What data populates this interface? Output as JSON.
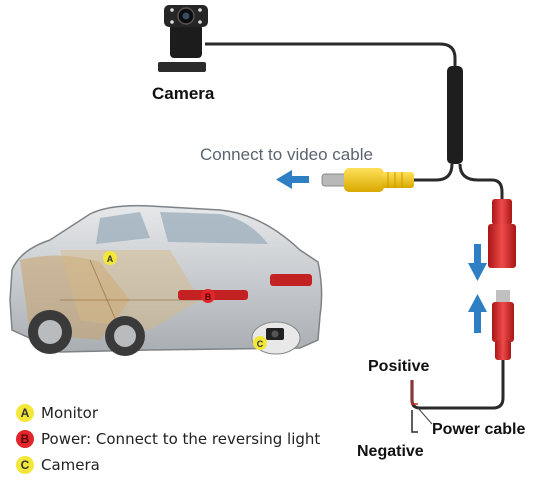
{
  "labels": {
    "camera": "Camera",
    "video": "Connect  to video cable",
    "positive": "Positive",
    "negative": "Negative",
    "power_cable": "Power cable"
  },
  "car_markers": {
    "a": "A",
    "b": "B",
    "c": "C"
  },
  "legend": [
    {
      "badge": "A",
      "text": "Monitor",
      "color": "#f3e83a"
    },
    {
      "badge": "B",
      "text": "Power: Connect to the reversing light",
      "color": "#e0262b"
    },
    {
      "badge": "C",
      "text": "Camera",
      "color": "#f3e83a"
    }
  ],
  "colors": {
    "cable": "#2a2a2a",
    "rca_yellow": "#f2c40f",
    "power_red": "#d42a2a",
    "arrow_blue": "#2f7fc4",
    "car_body": "#cfd3d6"
  }
}
